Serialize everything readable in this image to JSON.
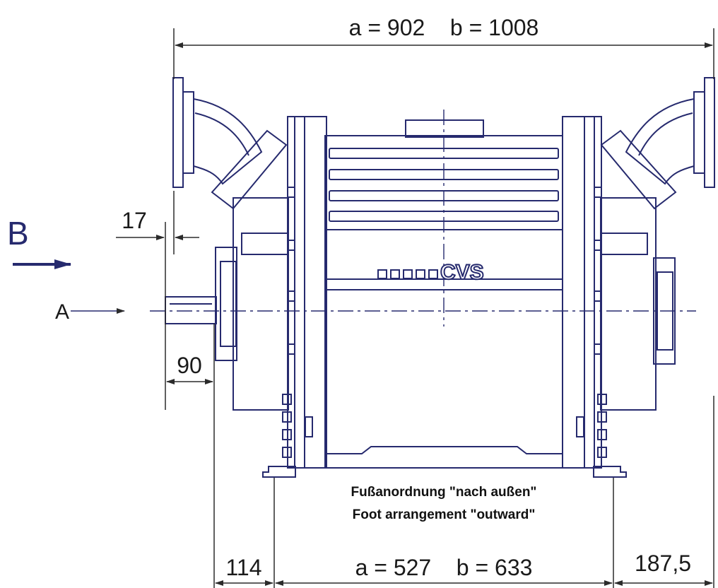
{
  "dimensions": {
    "overall_width": "a = 902    b = 1008",
    "flange_offset": "17",
    "shaft_length": "90",
    "foot_left_offset": "114",
    "foot_spacing": "a = 527    b = 633",
    "foot_right_offset": "187,5"
  },
  "views": {
    "view_b": "B",
    "view_a": "A"
  },
  "logo": "CVS",
  "note": {
    "line_de": "Fußanordnung \"nach außen\"",
    "line_en": "Foot arrangement \"outward\""
  },
  "colors": {
    "machine_line": "#262a6e",
    "dimension_line": "#2b2b2b",
    "background": "#ffffff"
  }
}
